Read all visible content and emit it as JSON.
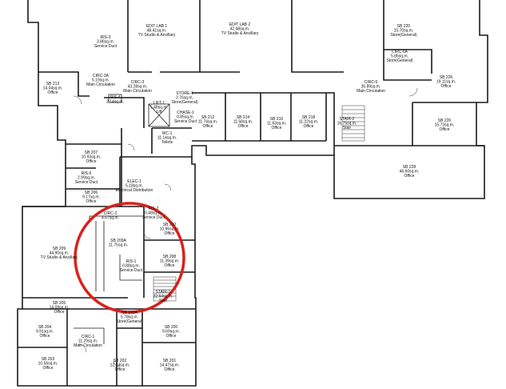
{
  "rooms": [
    {
      "id": "edit-lab-1",
      "lines": [
        "EDIT LAB 1",
        "48.41sq.m.",
        "TV Studio & Ancillary"
      ]
    },
    {
      "id": "edit-lab-2",
      "lines": [
        "EDIT LAB 2",
        "42.48sq.m.",
        "TV Studio & Ancillary"
      ]
    },
    {
      "id": "ris-3",
      "lines": [
        "RIS-3",
        "3.86sq.m.",
        "Service Duct"
      ]
    },
    {
      "id": "sb-220",
      "lines": [
        "SB 220",
        "10.70sq.m.",
        "Store(General)"
      ]
    },
    {
      "id": "circ-6a",
      "lines": [
        "CIRC-6A",
        "5.86sq.m.",
        "Store(General)"
      ]
    },
    {
      "id": "sb-213",
      "lines": [
        "SB 213",
        "14.04sq.m.",
        "Office"
      ]
    },
    {
      "id": "circ-3a",
      "lines": [
        "CIRC-3A",
        "5.19sq.m.",
        "Main Circulation"
      ]
    },
    {
      "id": "circ-3",
      "lines": [
        "CIRC-3",
        "43.28sq.m.",
        "Main Circulation"
      ]
    },
    {
      "id": "circ-6",
      "lines": [
        "CIRC-6",
        "35.89sq.m.",
        "Main Circulation"
      ]
    },
    {
      "id": "sb-226-top",
      "lines": [
        "SB 226",
        "19.11sq.m.",
        "Office"
      ]
    },
    {
      "id": "ris-4-small",
      "lines": [
        "RIS-4",
        "2.14sq.m."
      ]
    },
    {
      "id": "lift-1",
      "lines": [
        "LIFT-1",
        "5.48sq.m.",
        "Lift"
      ]
    },
    {
      "id": "store-1",
      "lines": [
        "STORE-1",
        "2.76sq.m.",
        "Store(General)"
      ]
    },
    {
      "id": "chase-1",
      "lines": [
        "CHASE-1",
        "0.85sq.m.",
        "Service Duct"
      ]
    },
    {
      "id": "sb-212",
      "lines": [
        "SB 212",
        "11.74sq.m.",
        "Office"
      ]
    },
    {
      "id": "sb-214",
      "lines": [
        "SB 214",
        "11.58sq.m.",
        "Office"
      ]
    },
    {
      "id": "sb-216",
      "lines": [
        "SB 216",
        "11.63sq.m.",
        "Office"
      ]
    },
    {
      "id": "sb-218",
      "lines": [
        "SB 218",
        "11.22sq.m.",
        "Office"
      ]
    },
    {
      "id": "stair-2",
      "lines": [
        "STAIR-2",
        "16.75sq.m.",
        "Stair"
      ]
    },
    {
      "id": "sb-226-right",
      "lines": [
        "SB 226",
        "15.73sq.m.",
        "Office"
      ]
    },
    {
      "id": "wc",
      "lines": [
        "WC-1",
        "11.14sq.m.",
        "Toilets"
      ]
    },
    {
      "id": "sb-207",
      "lines": [
        "SB 207",
        "10.93sq.m.",
        "Office"
      ]
    },
    {
      "id": "sb-228",
      "lines": [
        "SB 228",
        "46.60sq.m.",
        "Office"
      ]
    },
    {
      "id": "ris-6",
      "lines": [
        "RIS-6",
        "2.99sq.m.",
        "Service Duct"
      ]
    },
    {
      "id": "elec-1",
      "lines": [
        "ELEC-1",
        "5.18sq.m.",
        "Electrical Distribution"
      ]
    },
    {
      "id": "sb-206",
      "lines": [
        "SB 206",
        "9.17sq.m.",
        "Office"
      ]
    },
    {
      "id": "ris-2",
      "lines": [
        "RIS-2",
        "0.48sq.m.",
        "Service Duct"
      ]
    },
    {
      "id": "circ-2",
      "lines": [
        "CIRC-2",
        "4.67sq.m."
      ]
    },
    {
      "id": "sb-210",
      "lines": [
        "SB 210",
        "10.96sq.m.",
        "Office"
      ]
    },
    {
      "id": "sb-209",
      "lines": [
        "SB 209",
        "44.90sq.m.",
        "TV Studio & Ancillary"
      ]
    },
    {
      "id": "sb-209a",
      "lines": [
        "SB 209A",
        "11.75sq.m."
      ]
    },
    {
      "id": "sb-208",
      "lines": [
        "SB 208",
        "11.39sq.m.",
        "Office"
      ]
    },
    {
      "id": "ris-1",
      "lines": [
        "RIS-1",
        "0.88sq.m.",
        "Service Duct"
      ]
    },
    {
      "id": "stair-1",
      "lines": [
        "STAIR-1",
        "22.54sq.m.",
        "Stair"
      ]
    },
    {
      "id": "sb-205",
      "lines": [
        "SB 205",
        "14.09sq.m.",
        "Office"
      ]
    },
    {
      "id": "sb-203a",
      "lines": [
        "SB 203A",
        "5.78sq.m.",
        "Store(General)"
      ]
    },
    {
      "id": "sb-204",
      "lines": [
        "SB 204",
        "9.91sq.m.",
        "Office"
      ]
    },
    {
      "id": "sb-200",
      "lines": [
        "SB 200",
        "9.69sq.m.",
        "Office"
      ]
    },
    {
      "id": "circ-1",
      "lines": [
        "CIRC-1",
        "11.29sq.m.",
        "Main Circulation"
      ]
    },
    {
      "id": "sb-203",
      "lines": [
        "SB 203",
        "10.56sq.m.",
        "Office"
      ]
    },
    {
      "id": "sb-202",
      "lines": [
        "SB 202",
        "12.34sq.m.",
        "Office"
      ]
    },
    {
      "id": "sb-201",
      "lines": [
        "SB 201",
        "14.47sq.m.",
        "Office"
      ]
    }
  ],
  "colors": {
    "walls": "#1a1a1a",
    "text": "#111111",
    "highlight": "#d9211c",
    "background": "#ffffff"
  }
}
